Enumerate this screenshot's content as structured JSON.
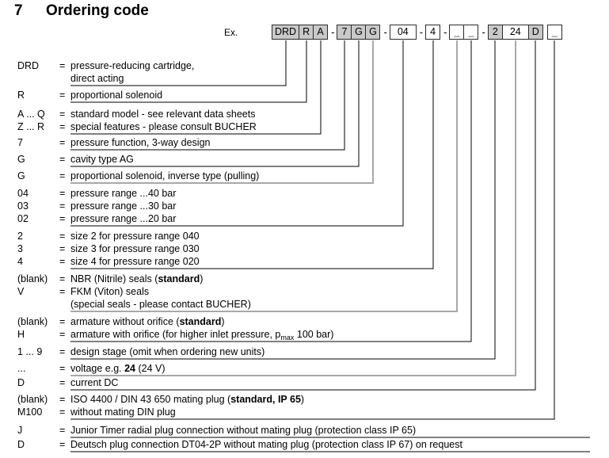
{
  "heading": {
    "number": "7",
    "title": "Ordering code"
  },
  "example": {
    "label": "Ex.",
    "boxes": [
      {
        "text": "DRD",
        "shaded": true,
        "wide": true
      },
      {
        "text": "R",
        "shaded": true,
        "wide": false
      },
      {
        "text": "A",
        "shaded": true,
        "wide": false
      },
      {
        "text": "-",
        "separator": true
      },
      {
        "text": "7",
        "shaded": true,
        "wide": false
      },
      {
        "text": "G",
        "shaded": true,
        "wide": false
      },
      {
        "text": "G",
        "shaded": true,
        "wide": false
      },
      {
        "text": "-",
        "separator": true
      },
      {
        "text": "04",
        "shaded": false,
        "wide": true
      },
      {
        "text": "-",
        "separator": true
      },
      {
        "text": "4",
        "shaded": false,
        "wide": false
      },
      {
        "text": "-",
        "separator": true
      },
      {
        "text": "_",
        "shaded": false,
        "wide": false
      },
      {
        "text": "_",
        "shaded": false,
        "wide": false
      },
      {
        "text": "-",
        "separator": true
      },
      {
        "text": "2",
        "shaded": true,
        "wide": false
      },
      {
        "text": "24",
        "shaded": false,
        "wide": true
      },
      {
        "text": "D",
        "shaded": true,
        "wide": false
      },
      {
        "text": "",
        "gap": true
      },
      {
        "text": "_",
        "shaded": false,
        "wide": false
      }
    ]
  },
  "rows": [
    {
      "code": "DRD",
      "eq": "=",
      "desc": "pressure-reducing cartridge,"
    },
    {
      "code": "",
      "eq": "",
      "desc": "direct acting"
    },
    {
      "code": "R",
      "eq": "=",
      "desc": "proportional solenoid"
    },
    {
      "code": "A ... Q",
      "eq": "=",
      "desc": "standard model - see relevant data sheets"
    },
    {
      "code": "Z ... R",
      "eq": "=",
      "desc": "special features - please consult BUCHER"
    },
    {
      "code": "7",
      "eq": "=",
      "desc": "pressure function, 3-way design"
    },
    {
      "code": "G",
      "eq": "=",
      "desc": "cavity type AG"
    },
    {
      "code": "G",
      "eq": "=",
      "desc": "proportional solenoid, inverse type (pulling)"
    },
    {
      "code": "04",
      "eq": "=",
      "desc": "pressure range ...40 bar"
    },
    {
      "code": "03",
      "eq": "=",
      "desc": "pressure range ...30 bar"
    },
    {
      "code": "02",
      "eq": "=",
      "desc": "pressure range ...20 bar"
    },
    {
      "code": "2",
      "eq": "=",
      "desc": "size 2 for pressure range 040"
    },
    {
      "code": "3",
      "eq": "=",
      "desc": "size 3 for pressure range 030"
    },
    {
      "code": "4",
      "eq": "=",
      "desc": "size 4 for pressure range 020"
    },
    {
      "code": "(blank)",
      "eq": "=",
      "desc": "NBR (Nitrile) seals  (standard)"
    },
    {
      "code": "V",
      "eq": "=",
      "desc": "FKM (Viton) seals"
    },
    {
      "code": "",
      "eq": "",
      "desc": "(special seals - please contact BUCHER)"
    },
    {
      "code": "(blank)",
      "eq": "=",
      "desc": "armature without orifice   (standard)"
    },
    {
      "code": "H",
      "eq": "=",
      "desc": "armature with orifice (for higher inlet pressure, pmax 100 bar)"
    },
    {
      "code": "1 ... 9",
      "eq": "=",
      "desc": "design stage (omit when ordering new units)"
    },
    {
      "code": "...",
      "eq": "=",
      "desc": "voltage e.g. 24 (24 V)"
    },
    {
      "code": "D",
      "eq": "=",
      "desc": "current  DC"
    },
    {
      "code": "(blank)",
      "eq": "=",
      "desc": "ISO 4400 / DIN 43 650 mating plug (standard, IP 65)"
    },
    {
      "code": "M100",
      "eq": "=",
      "desc": "without mating DIN plug"
    },
    {
      "code": "J",
      "eq": "=",
      "desc": "Junior Timer radial plug connection without mating plug (protection class IP 65)"
    },
    {
      "code": "D",
      "eq": "=",
      "desc": "Deutsch plug connection DT04-2P without mating plug (protection class IP 67) on request"
    }
  ],
  "colors": {
    "box_shaded": "#c9c9c9",
    "box_border": "#2a2a2a",
    "leader_black": "#000000",
    "leader_gray": "#a8a8a8",
    "text": "#000000"
  }
}
